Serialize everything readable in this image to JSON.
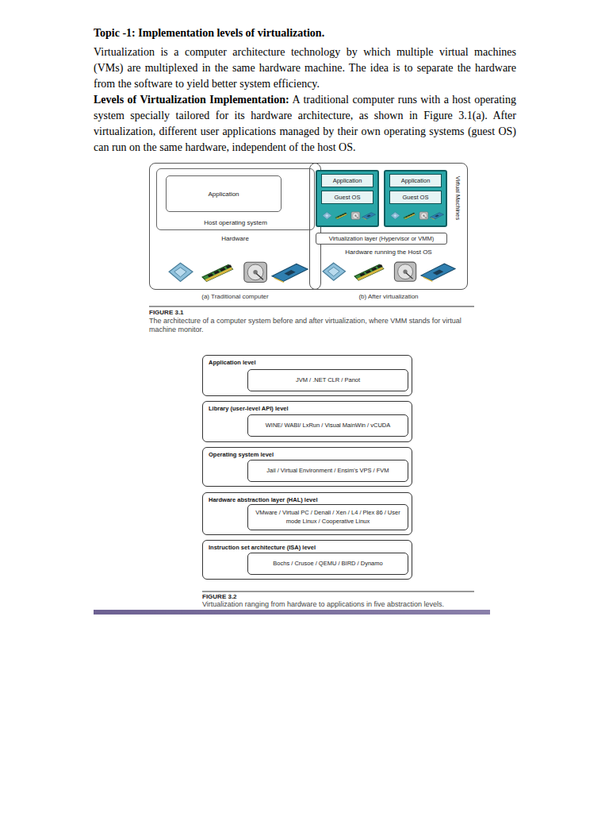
{
  "diagram": {
    "title": "Topic -1: Implementation levels of virtualization.",
    "nodes": [
      {
        "text": [
          "Hardware"
        ]
      },
      {
        "text": [
          "Host operating system"
        ],
        "in": 0
      },
      {
        "text": [
          "Application"
        ],
        "in": 1
      },
      {
        "text": [
          "Hardware running the Host OS"
        ]
      },
      {
        "text": [],
        "in": 3
      },
      {
        "text": [
          "Application"
        ],
        "in": 4
      },
      {
        "text": [
          "Guest OS"
        ],
        "in": 4
      },
      {
        "text": [],
        "in": 3
      },
      {
        "text": [
          "Application"
        ],
        "in": 7
      },
      {
        "text": [
          "Guest OS"
        ],
        "in": 7
      },
      {
        "text": [
          "Virtualization layer (Hypervisor or VMM)"
        ],
        "in": 3
      },
      {
        "text": [
          "Application level"
        ]
      },
      {
        "text": [
          "JVM / .NET CLR / Panot"
        ],
        "in": 11
      },
      {
        "text": [
          "Library (user-level API) level"
        ]
      },
      {
        "text": [
          "WINE/ WABI/ LxRun / Visual MainWin / vCUDA"
        ],
        "in": 13
      },
      {
        "text": [
          "Operating system level"
        ]
      },
      {
        "text": [
          "Jail / Virtual Environment / Ensim's VPS / FVM"
        ],
        "in": 15
      },
      {
        "text": [
          "Hardware abstraction layer (HAL) level"
        ]
      },
      {
        "text": [
          "VMware / Virtual PC / Denali / Xen / L4 / Plex 86 / User mode Linux / Cooperative Linux"
        ],
        "in": 17
      },
      {
        "text": [
          "Instruction set architecture (ISA) level"
        ]
      },
      {
        "text": [
          "Bochs / Crusoe / QEMU / BIRD / Dynamo"
        ],
        "in": 19
      }
    ],
    "labels": [
      "Virtualization is a computer architecture technology by which multiple virtual machines (VMs) are multiplexed in the same hardware machine. The idea is to separate the hardware from the software to yield better system efficiency.",
      "Levels of Virtualization Implementation:",
      "A traditional computer runs with a host operating system specially tailored for its hardware architecture, as shown in Figure 3.1(a). After virtualization, different user applications managed by their own operating systems (guest OS) can run on the same hardware, independent of the host OS.",
      "Virtual Machines",
      "(a) Traditional computer",
      "(b) After virtualization",
      "FIGURE 3.1",
      "The architecture of a computer system before and after virtualization, where VMM stands for virtual machine monitor.",
      "FIGURE 3.2",
      "Virtualization ranging from hardware to applications in five abstraction levels."
    ]
  }
}
